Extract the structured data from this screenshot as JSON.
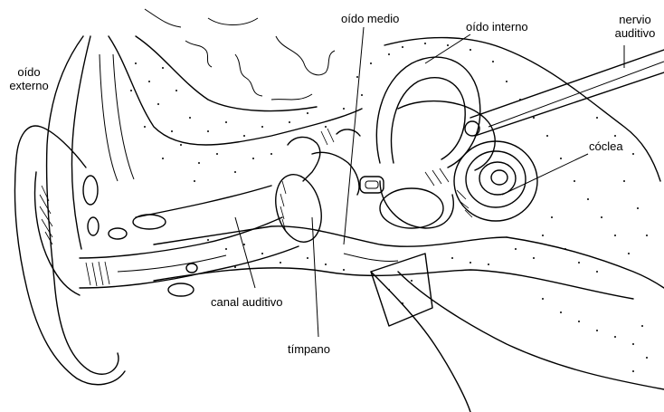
{
  "labels": {
    "oido_externo_line1": "oído",
    "oido_externo_line2": "externo",
    "oido_medio": "oído medio",
    "oido_interno": "oído interno",
    "nervio_line1": "nervio",
    "nervio_line2": "auditivo",
    "coclea": "cóclea",
    "canal_auditivo": "canal auditivo",
    "timpano": "tímpano"
  },
  "colors": {
    "ink": "#000000",
    "paper": "#ffffff"
  }
}
